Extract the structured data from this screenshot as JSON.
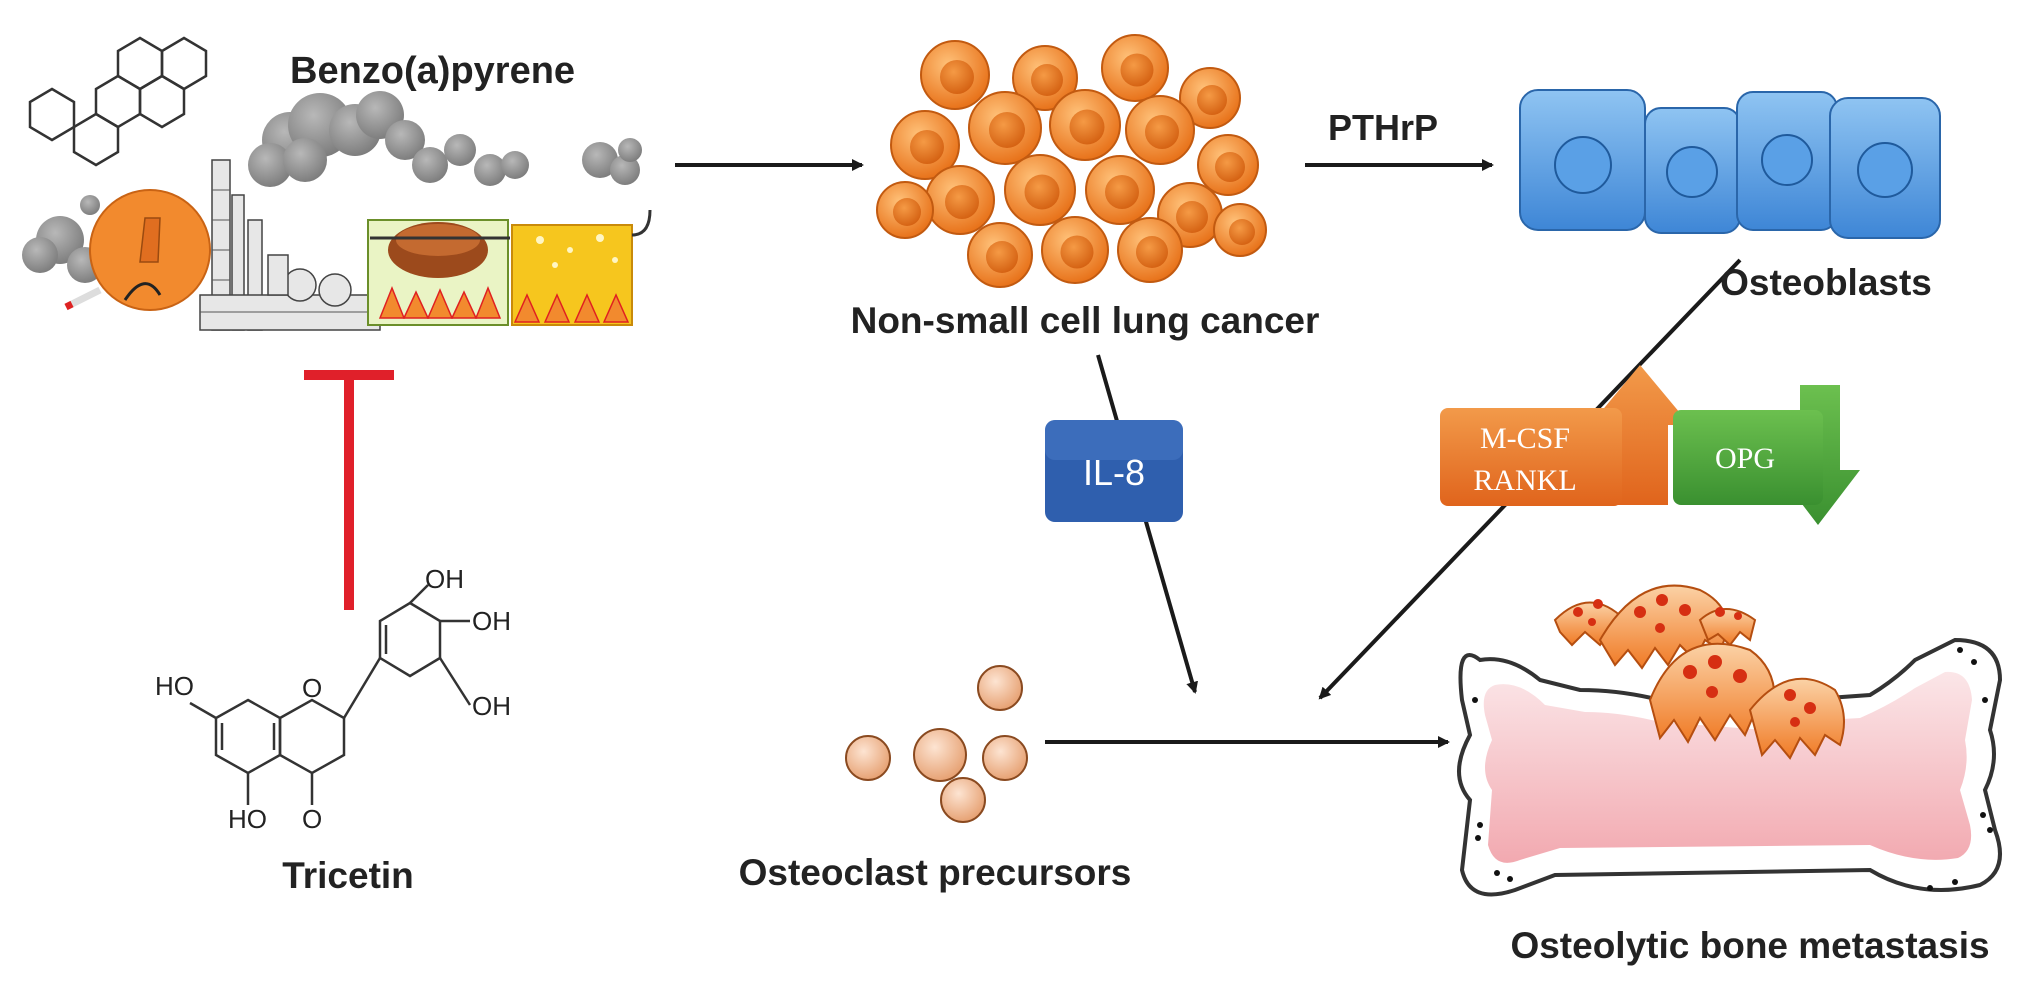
{
  "labels": {
    "benzopyrene": "Benzo(a)pyrene",
    "nsclc": "Non-small cell lung cancer",
    "pthrp": "PTHrP",
    "osteoblasts": "Osteoblasts",
    "il8": "IL-8",
    "mcsf": "M-CSF",
    "rankl": "RANKL",
    "opg": "OPG",
    "tricetin": "Tricetin",
    "osteoclast_precursors": "Osteoclast precursors",
    "metastasis": "Osteolytic bone metastasis"
  },
  "molecule": {
    "oh_top": "OH",
    "oh_right1": "OH",
    "oh_right2": "OH",
    "ho_left": "HO",
    "ho_bottom": "HO",
    "o_ring": "O",
    "o_carbonyl": "O"
  },
  "colors": {
    "inhibition": "#e0202a",
    "arrow": "#1a1a1a",
    "il8_badge": "#2f5fae",
    "mcsf_badge": "#e86a22",
    "opg_badge": "#4aa63a",
    "cancer_cell": "#f28a2e",
    "osteoblast": "#5b9fe0",
    "precursor": "#f0b890",
    "bone": "#f6c9cd"
  },
  "icons": {
    "pollution_scene": "pollution-sources-icon",
    "cancer_cluster": "cancer-cell-cluster-icon",
    "osteoblast_row": "osteoblast-cells-icon",
    "precursor_group": "precursor-cells-icon",
    "bone": "bone-icon"
  }
}
